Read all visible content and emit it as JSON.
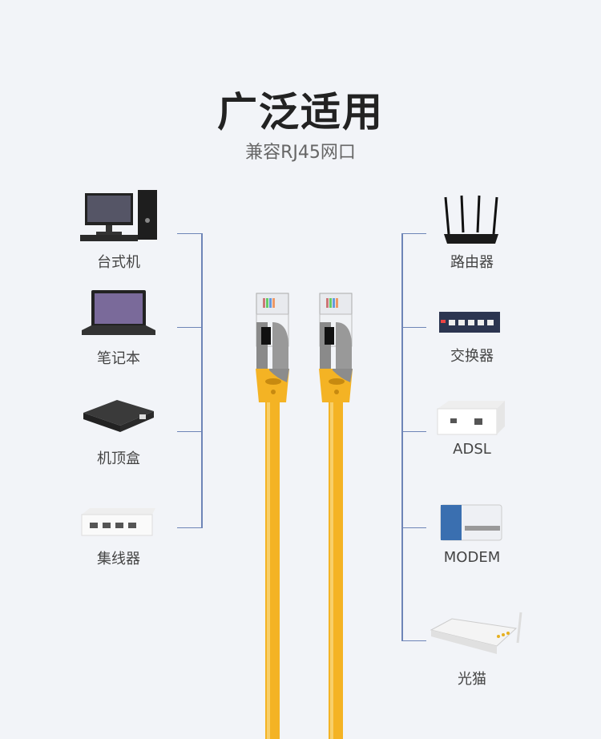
{
  "header": {
    "title": "广泛适用",
    "subtitle": "兼容RJ45网口"
  },
  "left_devices": [
    {
      "label": "台式机",
      "icon": "desktop-icon"
    },
    {
      "label": "笔记本",
      "icon": "laptop-icon"
    },
    {
      "label": "机顶盒",
      "icon": "set-top-box-icon"
    },
    {
      "label": "集线器",
      "icon": "hub-icon"
    }
  ],
  "right_devices": [
    {
      "label": "路由器",
      "icon": "router-icon"
    },
    {
      "label": "交换器",
      "icon": "switch-icon"
    },
    {
      "label": "ADSL",
      "icon": "adsl-icon"
    },
    {
      "label": "MODEM",
      "icon": "modem-icon"
    },
    {
      "label": "光猫",
      "icon": "optical-modem-icon"
    }
  ],
  "colors": {
    "background": "#f2f4f8",
    "bracket": "#6e85b7",
    "cable": "#f4b324"
  }
}
